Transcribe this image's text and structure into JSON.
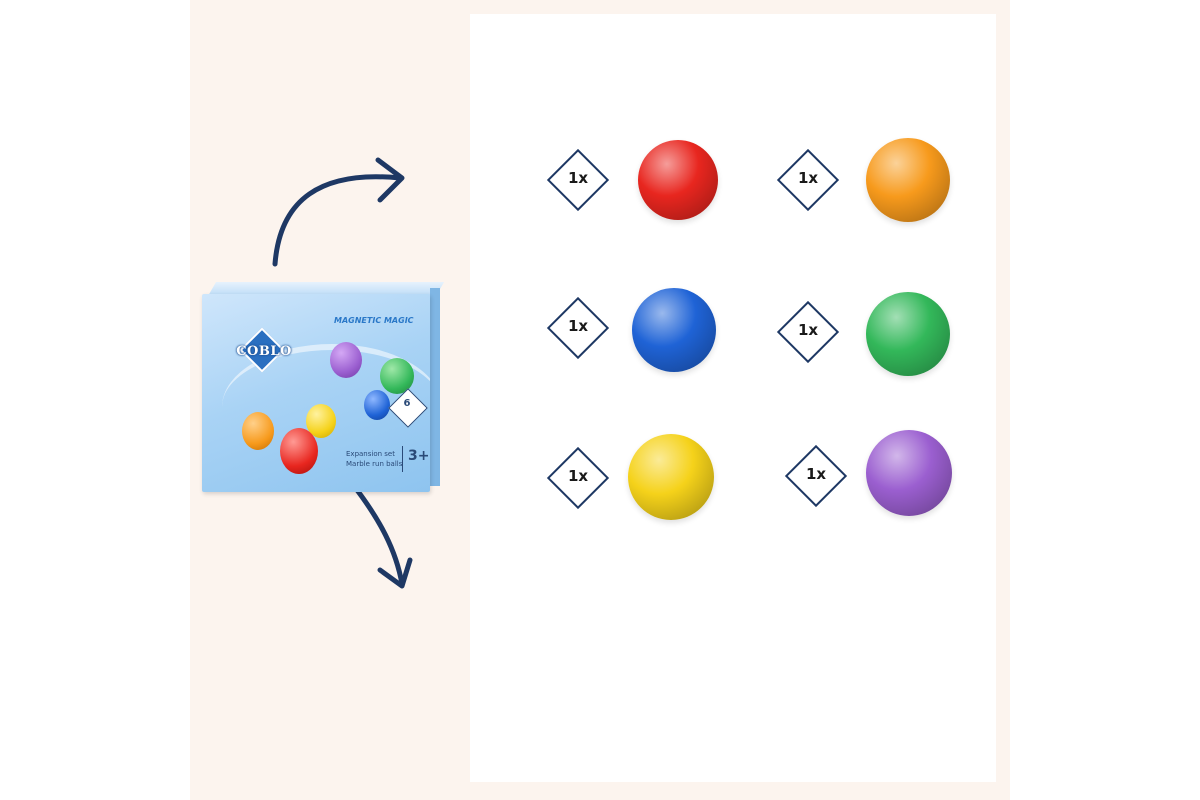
{
  "box": {
    "brand": "COBLO",
    "title": "MAGNETIC MAGIC",
    "line1": "Expansion set",
    "line2": "Marble run balls",
    "age": "3+",
    "count": "6"
  },
  "colors": {
    "red": "#e8261f",
    "orange": "#f79a1c",
    "blue": "#1f63d6",
    "green": "#33b85a",
    "yellow": "#f5d21a",
    "purple": "#9b5fd0",
    "arrow": "#1e3864"
  },
  "items": [
    {
      "qty": "1x",
      "color": "red"
    },
    {
      "qty": "1x",
      "color": "orange"
    },
    {
      "qty": "1x",
      "color": "blue"
    },
    {
      "qty": "1x",
      "color": "green"
    },
    {
      "qty": "1x",
      "color": "yellow"
    },
    {
      "qty": "1x",
      "color": "purple"
    }
  ]
}
